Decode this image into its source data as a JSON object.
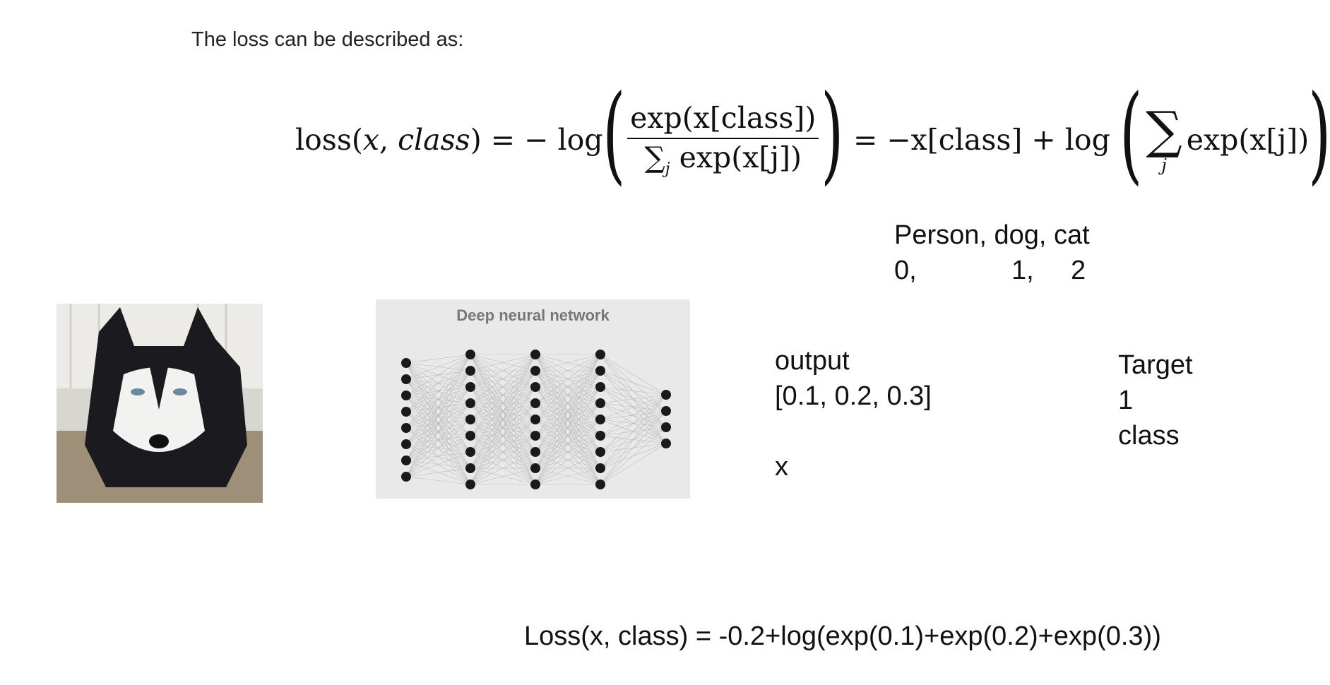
{
  "intro": "The loss can be described as:",
  "formula": {
    "lhs_fn": "loss(",
    "lhs_x": "x",
    "lhs_comma": ", ",
    "lhs_class": "class",
    "lhs_close": ") = − log",
    "num": "exp(x[class])",
    "den_sum": "∑",
    "den_sub": "j",
    "den_rest": " exp(x[j])",
    "mid": "= −x[class] + log",
    "sum_sym": "∑",
    "sum_sub": "j",
    "sum_rest": "exp(x[j])"
  },
  "classes": {
    "names": "Person, dog, cat",
    "idx0": "0,",
    "idx1": "1,",
    "idx2": "2"
  },
  "nn_image": {
    "title": "Deep neural network"
  },
  "output": {
    "label": "output",
    "values": "[0.1, 0.2, 0.3]",
    "var": "x"
  },
  "target": {
    "label": "Target",
    "value": "1",
    "var": "class"
  },
  "loss_example": "Loss(x, class) = -0.2+log(exp(0.1)+exp(0.2)+exp(0.3))"
}
